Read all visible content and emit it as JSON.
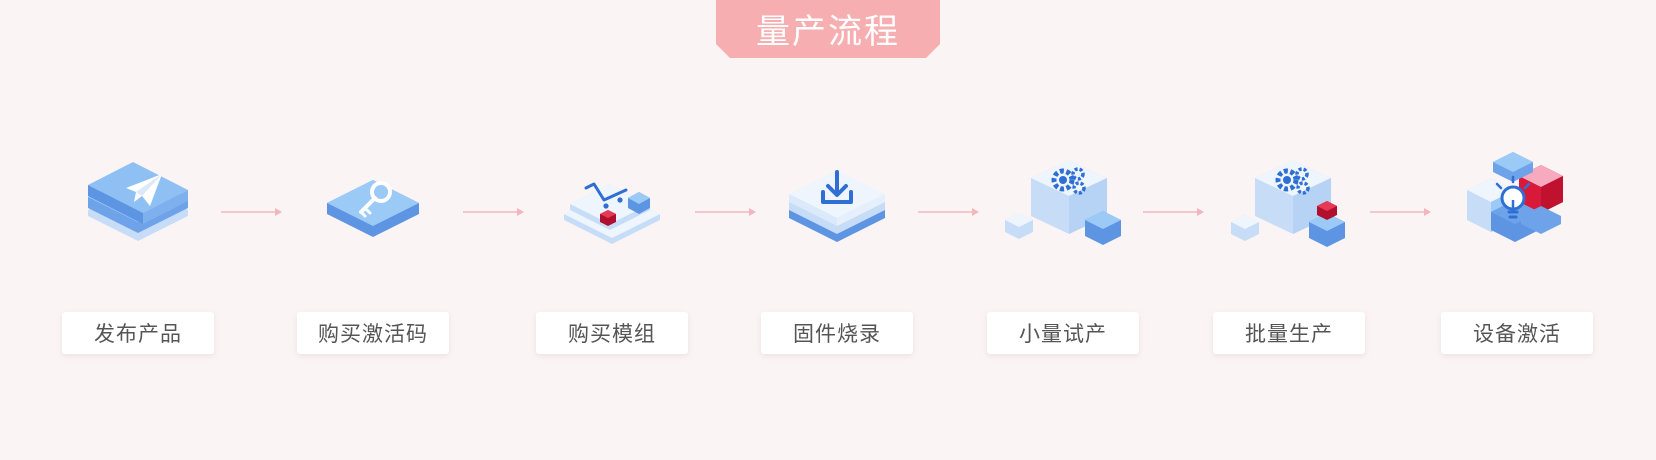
{
  "header": {
    "title": "量产流程"
  },
  "colors": {
    "accent": "#f6aeb1",
    "blue_dark": "#3b7ad9",
    "blue_mid": "#6ea3ea",
    "blue_light": "#9ccaf6",
    "blue_pale": "#c7ddf7",
    "white_face": "#eef5fd",
    "red": "#d9193a",
    "pink": "#f7a9bd",
    "arrow": "#f3b6bd",
    "label_text": "#555555"
  },
  "steps": [
    {
      "label": "发布产品",
      "icon": "paper-plane-stack-icon"
    },
    {
      "label": "购买激活码",
      "icon": "key-tile-icon"
    },
    {
      "label": "购买模组",
      "icon": "shopping-cart-module-icon"
    },
    {
      "label": "固件烧录",
      "icon": "download-tile-icon"
    },
    {
      "label": "小量试产",
      "icon": "gears-small-batch-icon"
    },
    {
      "label": "批量生产",
      "icon": "gears-mass-production-icon"
    },
    {
      "label": "设备激活",
      "icon": "lightbulb-device-icon"
    }
  ]
}
